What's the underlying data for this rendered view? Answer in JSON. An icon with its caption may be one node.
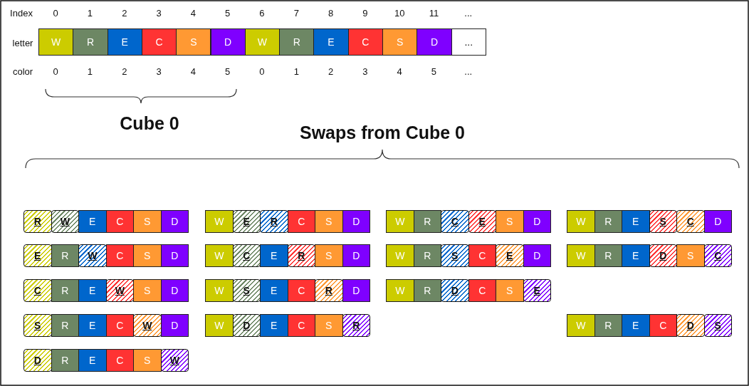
{
  "diagram": {
    "nodes": [
      {
        "text": [
          "W"
        ]
      },
      {
        "text": [
          "R"
        ]
      },
      {
        "text": [
          "E"
        ]
      },
      {
        "text": [
          "C"
        ]
      },
      {
        "text": [
          "S"
        ]
      },
      {
        "text": [
          "D"
        ]
      },
      {
        "text": [
          "W"
        ]
      },
      {
        "text": [
          "R"
        ]
      },
      {
        "text": [
          "E"
        ]
      },
      {
        "text": [
          "C"
        ]
      },
      {
        "text": [
          "S"
        ]
      },
      {
        "text": [
          "D"
        ]
      },
      {
        "text": [
          "..."
        ]
      },
      {
        "text": [
          "R"
        ]
      },
      {
        "text": [
          "W"
        ]
      },
      {
        "text": [
          "E"
        ]
      },
      {
        "text": [
          "C"
        ]
      },
      {
        "text": [
          "S"
        ]
      },
      {
        "text": [
          "D"
        ]
      },
      {
        "text": [
          "E"
        ]
      },
      {
        "text": [
          "R"
        ]
      },
      {
        "text": [
          "W"
        ]
      },
      {
        "text": [
          "C"
        ]
      },
      {
        "text": [
          "S"
        ]
      },
      {
        "text": [
          "D"
        ]
      },
      {
        "text": [
          "C"
        ]
      },
      {
        "text": [
          "R"
        ]
      },
      {
        "text": [
          "E"
        ]
      },
      {
        "text": [
          "W"
        ]
      },
      {
        "text": [
          "S"
        ]
      },
      {
        "text": [
          "D"
        ]
      },
      {
        "text": [
          "S"
        ]
      },
      {
        "text": [
          "R"
        ]
      },
      {
        "text": [
          "E"
        ]
      },
      {
        "text": [
          "C"
        ]
      },
      {
        "text": [
          "W"
        ]
      },
      {
        "text": [
          "D"
        ]
      },
      {
        "text": [
          "D"
        ]
      },
      {
        "text": [
          "R"
        ]
      },
      {
        "text": [
          "E"
        ]
      },
      {
        "text": [
          "C"
        ]
      },
      {
        "text": [
          "S"
        ]
      },
      {
        "text": [
          "W"
        ]
      },
      {
        "text": [
          "W"
        ]
      },
      {
        "text": [
          "E"
        ]
      },
      {
        "text": [
          "R"
        ]
      },
      {
        "text": [
          "C"
        ]
      },
      {
        "text": [
          "S"
        ]
      },
      {
        "text": [
          "D"
        ]
      },
      {
        "text": [
          "W"
        ]
      },
      {
        "text": [
          "C"
        ]
      },
      {
        "text": [
          "E"
        ]
      },
      {
        "text": [
          "R"
        ]
      },
      {
        "text": [
          "S"
        ]
      },
      {
        "text": [
          "D"
        ]
      },
      {
        "text": [
          "W"
        ]
      },
      {
        "text": [
          "S"
        ]
      },
      {
        "text": [
          "E"
        ]
      },
      {
        "text": [
          "C"
        ]
      },
      {
        "text": [
          "R"
        ]
      },
      {
        "text": [
          "D"
        ]
      },
      {
        "text": [
          "W"
        ]
      },
      {
        "text": [
          "D"
        ]
      },
      {
        "text": [
          "E"
        ]
      },
      {
        "text": [
          "C"
        ]
      },
      {
        "text": [
          "S"
        ]
      },
      {
        "text": [
          "R"
        ]
      },
      {
        "text": [
          "W"
        ]
      },
      {
        "text": [
          "R"
        ]
      },
      {
        "text": [
          "C"
        ]
      },
      {
        "text": [
          "E"
        ]
      },
      {
        "text": [
          "S"
        ]
      },
      {
        "text": [
          "D"
        ]
      },
      {
        "text": [
          "W"
        ]
      },
      {
        "text": [
          "R"
        ]
      },
      {
        "text": [
          "S"
        ]
      },
      {
        "text": [
          "C"
        ]
      },
      {
        "text": [
          "E"
        ]
      },
      {
        "text": [
          "D"
        ]
      },
      {
        "text": [
          "W"
        ]
      },
      {
        "text": [
          "R"
        ]
      },
      {
        "text": [
          "D"
        ]
      },
      {
        "text": [
          "C"
        ]
      },
      {
        "text": [
          "S"
        ]
      },
      {
        "text": [
          "E"
        ]
      },
      {
        "text": [
          "W"
        ]
      },
      {
        "text": [
          "R"
        ]
      },
      {
        "text": [
          "E"
        ]
      },
      {
        "text": [
          "S"
        ]
      },
      {
        "text": [
          "C"
        ]
      },
      {
        "text": [
          "D"
        ]
      },
      {
        "text": [
          "W"
        ]
      },
      {
        "text": [
          "R"
        ]
      },
      {
        "text": [
          "E"
        ]
      },
      {
        "text": [
          "D"
        ]
      },
      {
        "text": [
          "S"
        ]
      },
      {
        "text": [
          "C"
        ]
      },
      {
        "text": [
          "W"
        ]
      },
      {
        "text": [
          "R"
        ]
      },
      {
        "text": [
          "E"
        ]
      },
      {
        "text": [
          "C"
        ]
      },
      {
        "text": [
          "D"
        ]
      },
      {
        "text": [
          "S"
        ]
      }
    ],
    "labels": [
      "Index",
      "0",
      "1",
      "2",
      "3",
      "4",
      "5",
      "6",
      "7",
      "8",
      "9",
      "10",
      "11",
      "...",
      "letter",
      "color",
      "0",
      "1",
      "2",
      "3",
      "4",
      "5",
      "0",
      "1",
      "2",
      "3",
      "4",
      "5",
      "...",
      "Cube 0",
      "Swaps from Cube 0"
    ]
  }
}
